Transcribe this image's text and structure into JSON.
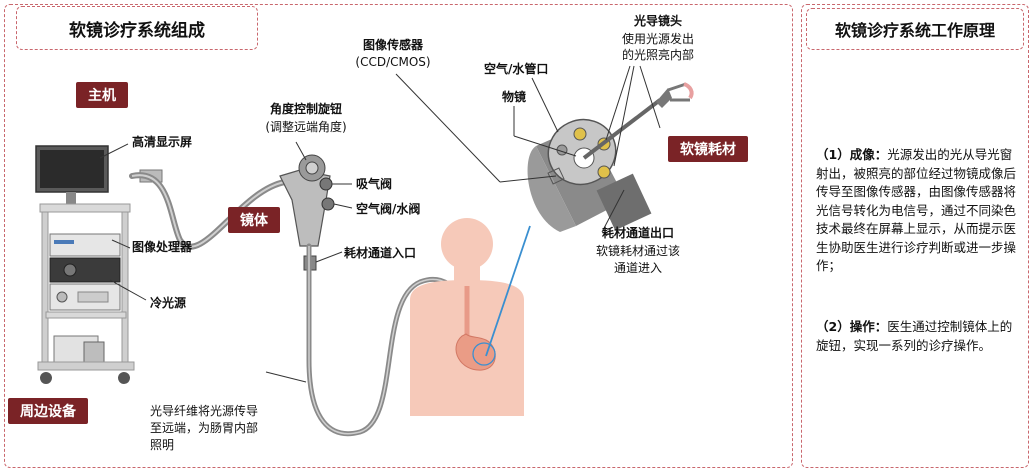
{
  "left_panel": {
    "title": "软镜诊疗系统组成",
    "tags": {
      "host": "主机",
      "scope": "镜体",
      "consumable": "软镜耗材",
      "peripheral": "周边设备"
    },
    "labels": {
      "hd_monitor": "高清显示屏",
      "image_processor": "图像处理器",
      "cold_light_source": "冷光源",
      "fiber_desc_1": "光导纤维将光源传导",
      "fiber_desc_2": "至远端，为肠胃内部",
      "fiber_desc_3": "照明",
      "angle_knob": "角度控制旋钮",
      "angle_knob_sub": "(调整远端角度)",
      "suction_valve": "吸气阀",
      "air_water_valve": "空气阀/水阀",
      "channel_inlet": "耗材通道入口",
      "image_sensor": "图像传感器",
      "image_sensor_sub": "(CCD/CMOS)",
      "air_water_tube": "空气/水管口",
      "objective_lens": "物镜",
      "light_guide_head": "光导镜头",
      "light_guide_desc_1": "使用光源发出",
      "light_guide_desc_2": "的光照亮内部",
      "channel_outlet": "耗材通道出口",
      "channel_outlet_desc_1": "软镜耗材通过该",
      "channel_outlet_desc_2": "通道进入"
    }
  },
  "right_panel": {
    "title": "软镜诊疗系统工作原理",
    "imaging_heading": "（1）成像：",
    "imaging_text": "光源发出的光从导光窗射出，被照亮的部位经过物镜成像后传导至图像传感器，由图像传感器将光信号转化为电信号，通过不同染色技术最终在屏幕上显示，从而提示医生协助医生进行诊疗判断或进一步操作；",
    "operation_heading": "（2）操作：",
    "operation_text": "医生通过控制镜体上的旋钮，实现一系列的诊疗操作。"
  },
  "colors": {
    "accent_border": "#c9676d",
    "tag_bg": "#7a2326",
    "body_silhouette": "#f6c9b9",
    "tool_wire": "#3a8fd0"
  }
}
